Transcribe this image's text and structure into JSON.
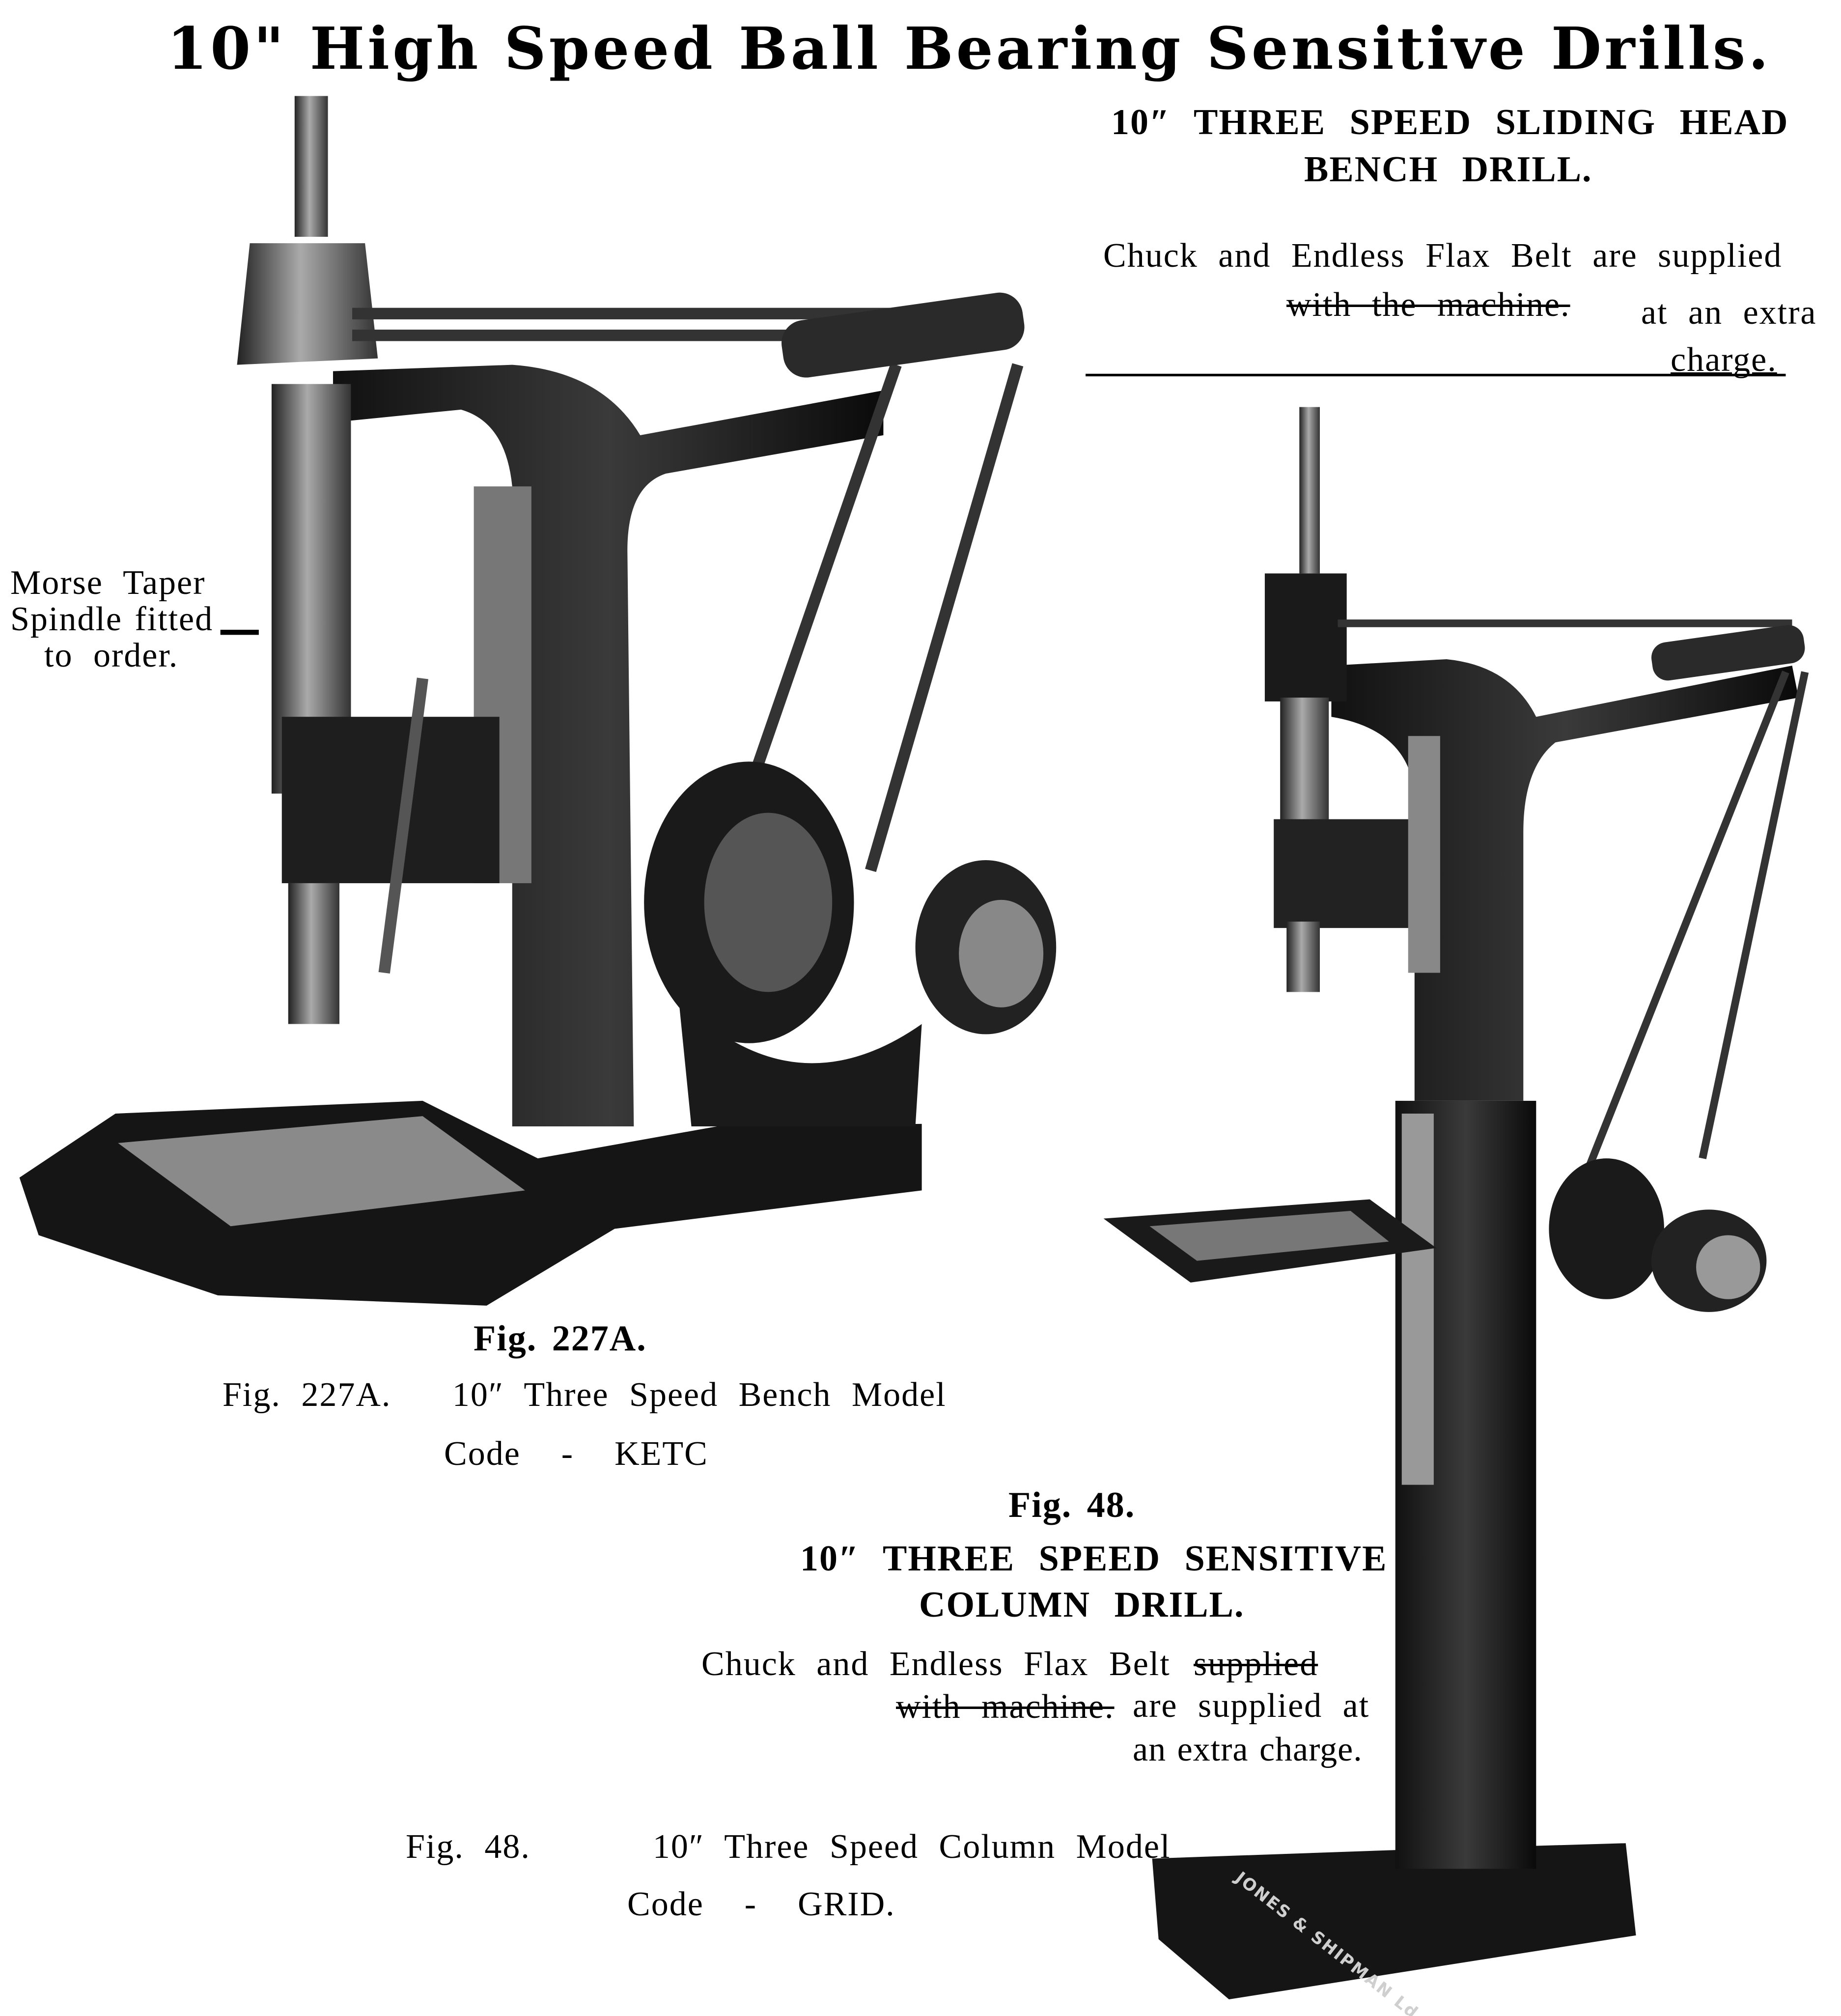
{
  "title": "10\" High Speed Ball Bearing Sensitive Drills.",
  "bench_drill": {
    "heading_line1": "10″ THREE SPEED SLIDING HEAD",
    "heading_line2": "BENCH DRILL.",
    "note_line1": "Chuck and Endless Flax Belt are supplied",
    "note_struck": "with the machine.",
    "note_line2": "at an extra",
    "note_line3": "charge.",
    "callout_line1": "Morse Taper",
    "callout_line2": "Spindle fitted",
    "callout_line3": "to order.",
    "fig_label": "Fig. 227A.",
    "caption": "Fig. 227A.   10″ Three Speed Bench Model",
    "code": "Code  -  KETC"
  },
  "column_drill": {
    "fig_label": "Fig. 48.",
    "heading_line1": "10″ THREE SPEED SENSITIVE",
    "heading_line2": "COLUMN DRILL.",
    "note_line1": "Chuck and Endless Flax Belt",
    "note_struck1": "supplied",
    "note_struck2": "with machine.",
    "note_line2": "are supplied at",
    "note_line3": "an extra charge.",
    "caption": "Fig. 48.      10″ Three Speed Column Model",
    "code": "Code  -  GRID.",
    "base_lettering": "JONES & SHIPMAN Ld"
  }
}
